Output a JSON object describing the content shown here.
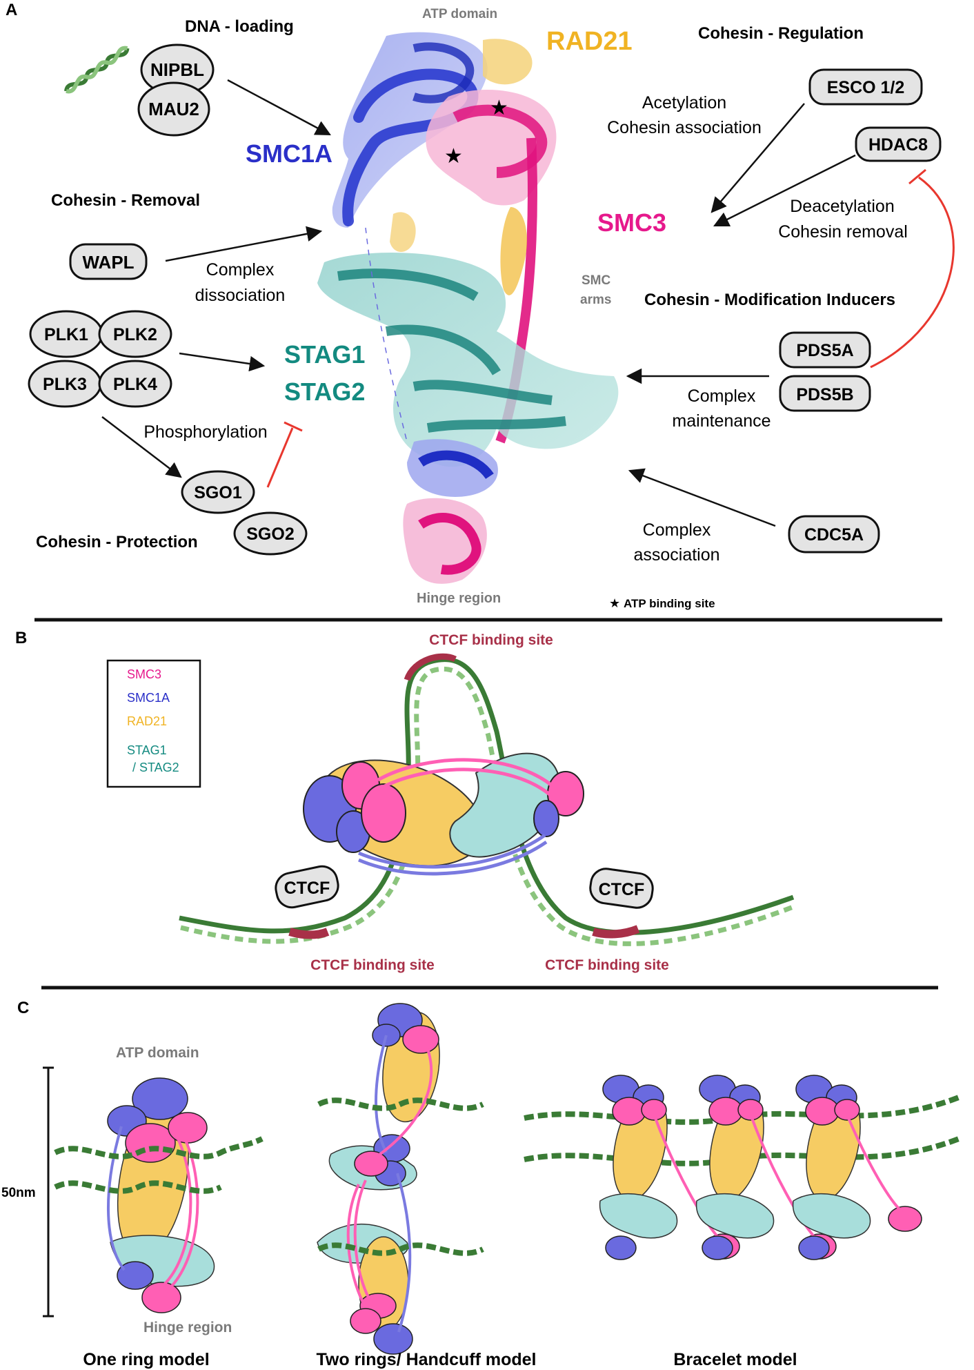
{
  "panels": {
    "a": {
      "letter": "A",
      "sections": {
        "dna_loading": "DNA - loading",
        "regulation": "Cohesin - Regulation",
        "removal": "Cohesin - Removal",
        "modification": "Cohesin -  Modification Inducers",
        "protection": "Cohesin - Protection"
      },
      "proteins": {
        "nipbl": "NIPBL",
        "mau2": "MAU2",
        "wapl": "WAPL",
        "plk1": "PLK1",
        "plk2": "PLK2",
        "plk3": "PLK3",
        "plk4": "PLK4",
        "sgo1": "SGO1",
        "sgo2": "SGO2",
        "esco": "ESCO 1/2",
        "hdac8": "HDAC8",
        "pds5a": "PDS5A",
        "pds5b": "PDS5B",
        "cdc5a": "CDC5A"
      },
      "subunits": {
        "smc1a": "SMC1A",
        "smc3": "SMC3",
        "rad21": "RAD21",
        "stag1": "STAG1",
        "stag2": "STAG2"
      },
      "structure": {
        "atp_domain": "ATP domain",
        "smc_arms_1": "SMC",
        "smc_arms_2": "arms",
        "hinge": "Hinge region",
        "atp_site": "ATP binding site",
        "star": "★"
      },
      "processes": {
        "acetylation_1": "Acetylation",
        "acetylation_2": "Cohesin association",
        "deacetylation_1": "Deacetylation",
        "deacetylation_2": "Cohesin removal",
        "dissociation_1": "Complex",
        "dissociation_2": "dissociation",
        "phosphorylation": "Phosphorylation",
        "maintenance_1": "Complex",
        "maintenance_2": "maintenance",
        "association_1": "Complex",
        "association_2": "association"
      }
    },
    "b": {
      "letter": "B",
      "legend": {
        "smc3": "SMC3",
        "smc1a": "SMC1A",
        "rad21": "RAD21",
        "stag_1": "STAG1",
        "stag_2": "/ STAG2"
      },
      "ctcf": "CTCF",
      "binding_site": "CTCF binding site"
    },
    "c": {
      "letter": "C",
      "atp_domain": "ATP domain",
      "hinge_region": "Hinge region",
      "scale": "50nm",
      "models": {
        "one_ring": "One ring model",
        "handcuff": "Two rings/ Handcuff model",
        "bracelet": "Bracelet model"
      }
    }
  },
  "colors": {
    "smc3": "#ff5fb4",
    "smc1a": "#6a6adf",
    "rad21": "#f6cc63",
    "stag": "#a8dedb",
    "smc3_text": "#e6198c",
    "smc1a_text": "#2a2fc8",
    "rad21_text": "#f0b323",
    "stag_text": "#138a80",
    "ctcf_site": "#a83048",
    "inhibition": "#e8372e",
    "node_fill": "#e4e4e4",
    "structure_label": "#7a7a7a"
  }
}
